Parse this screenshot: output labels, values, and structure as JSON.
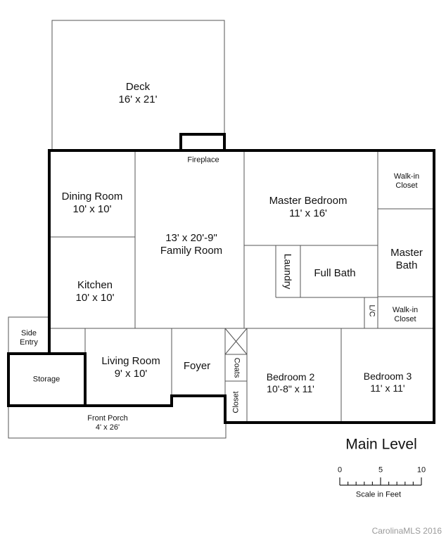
{
  "plan": {
    "title": "Main Level",
    "watermark": "CarolinaMLS 2016",
    "scale": {
      "label": "Scale in Feet",
      "ticks": [
        "0",
        "5",
        "10"
      ]
    },
    "rooms": {
      "deck": {
        "name": "Deck",
        "size": "16' x 21'"
      },
      "fireplace": {
        "name": "Fireplace"
      },
      "dining": {
        "name": "Dining Room",
        "size": "10' x 10'"
      },
      "family": {
        "name": "Family Room",
        "size": "13' x 20'-9\""
      },
      "kitchen": {
        "name": "Kitchen",
        "size": "10' x 10'"
      },
      "master_bedroom": {
        "name": "Master Bedroom",
        "size": "11' x 16'"
      },
      "walkin_closet_1": {
        "line1": "Walk-in",
        "line2": "Closet"
      },
      "master_bath": {
        "line1": "Master",
        "line2": "Bath"
      },
      "laundry": {
        "name": "Laundry"
      },
      "full_bath": {
        "name": "Full Bath"
      },
      "linen_closet": {
        "name": "L/C"
      },
      "walkin_closet_2": {
        "line1": "Walk-in",
        "line2": "Closet"
      },
      "side_entry": {
        "line1": "Side",
        "line2": "Entry"
      },
      "storage": {
        "name": "Storage"
      },
      "living": {
        "name": "Living Room",
        "size": "9' x 10'"
      },
      "foyer": {
        "name": "Foyer"
      },
      "coats": {
        "name": "Coats"
      },
      "closet": {
        "name": "Closet"
      },
      "bedroom2": {
        "name": "Bedroom 2",
        "size": "10'-8\" x 11'"
      },
      "bedroom3": {
        "name": "Bedroom 3",
        "size": "11' x 11'"
      },
      "front_porch": {
        "name": "Front Porch",
        "size": "4' x 26'"
      }
    }
  }
}
